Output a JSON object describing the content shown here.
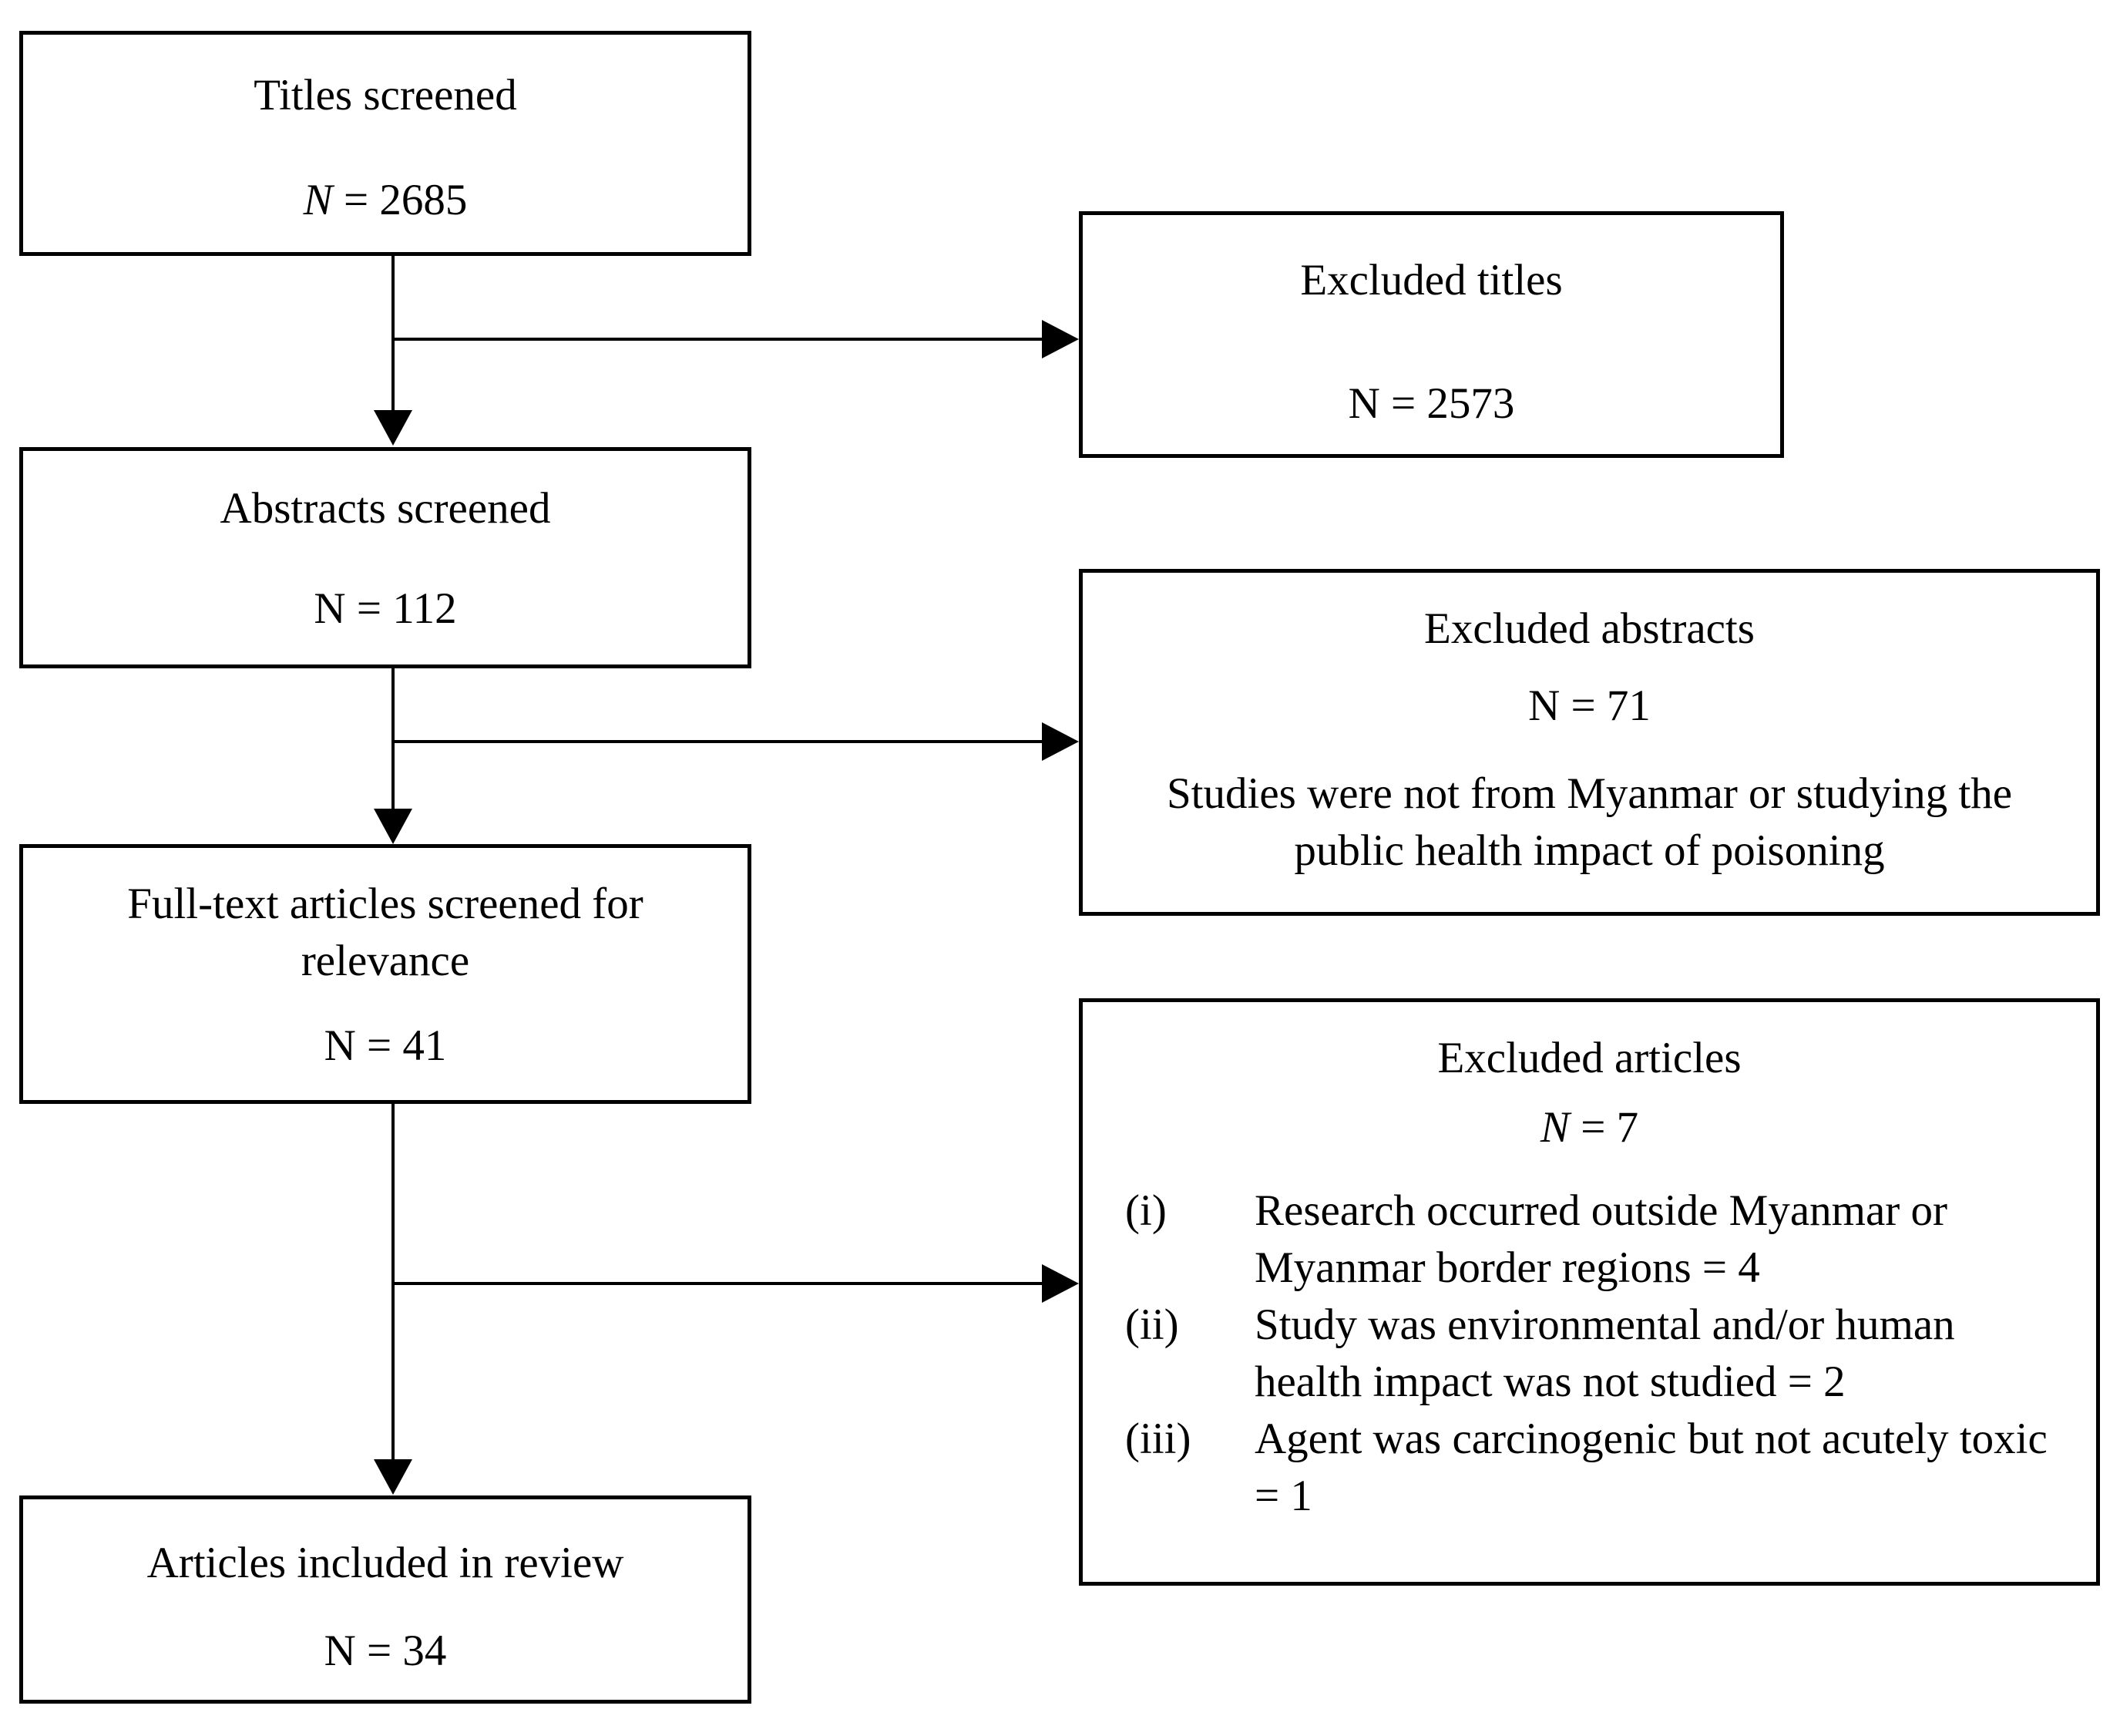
{
  "colors": {
    "background": "#ffffff",
    "text": "#000000",
    "line": "#000000"
  },
  "boxes": {
    "titles_screened": {
      "title": "Titles screened",
      "n": "N",
      "count": "= 2685"
    },
    "excluded_titles": {
      "title": "Excluded titles",
      "n": "N",
      "count": "= 2573"
    },
    "abstracts_screened": {
      "title": "Abstracts screened",
      "n": "N",
      "count": "= 112"
    },
    "excluded_abstracts": {
      "title": "Excluded abstracts",
      "n": "N",
      "count": "= 71",
      "note": "Studies were not from Myanmar or studying the public health impact of poisoning"
    },
    "fulltext_screened": {
      "title": "Full-text articles screened for relevance",
      "n": "N",
      "count": "= 41"
    },
    "excluded_articles": {
      "title": "Excluded articles",
      "n": "N",
      "count": "= 7",
      "items": [
        {
          "marker": "(i)",
          "text": "Research occurred outside Myanmar or Myanmar border regions = 4"
        },
        {
          "marker": "(ii)",
          "text": "Study was environmental and/or human health impact was not studied = 2"
        },
        {
          "marker": "(iii)",
          "text": "Agent was carcinogenic but not acutely toxic = 1"
        }
      ]
    },
    "included_articles": {
      "title": "Articles included in review",
      "n": "N",
      "count": "= 34"
    }
  }
}
